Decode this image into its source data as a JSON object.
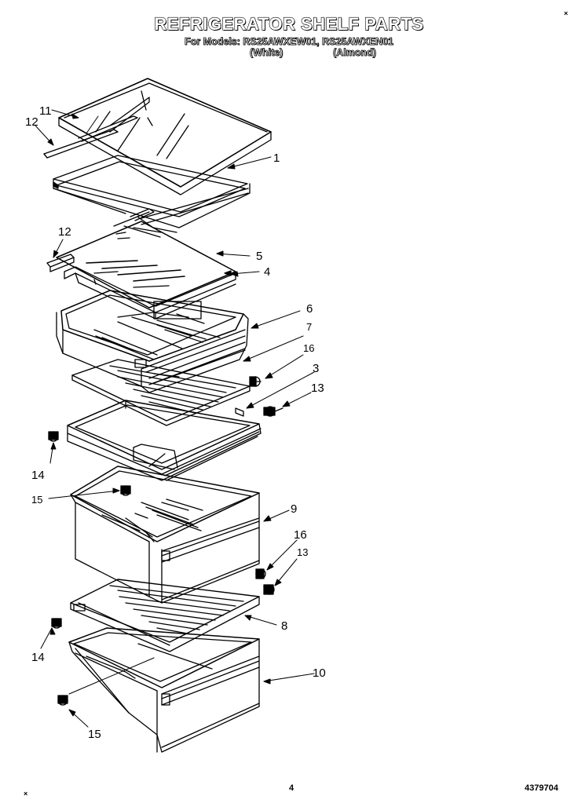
{
  "title": "REFRIGERATOR SHELF PARTS",
  "models_line": "For Models: RS25AWXEW01, RS25AWXEN01",
  "color_white": "(White)",
  "color_almond": "(Almond)",
  "callouts": {
    "c1": "1",
    "c3": "3",
    "c4": "4",
    "c5": "5",
    "c6": "6",
    "c7": "7",
    "c8": "8",
    "c9": "9",
    "c10": "10",
    "c11": "11",
    "c12a": "12",
    "c12b": "12",
    "c13a": "13",
    "c13b": "13",
    "c14a": "14",
    "c14b": "14",
    "c15a": "15",
    "c15b": "15",
    "c16a": "16",
    "c16b": "16"
  },
  "page_number": "4",
  "part_number": "4379704",
  "corner_mark": "×"
}
